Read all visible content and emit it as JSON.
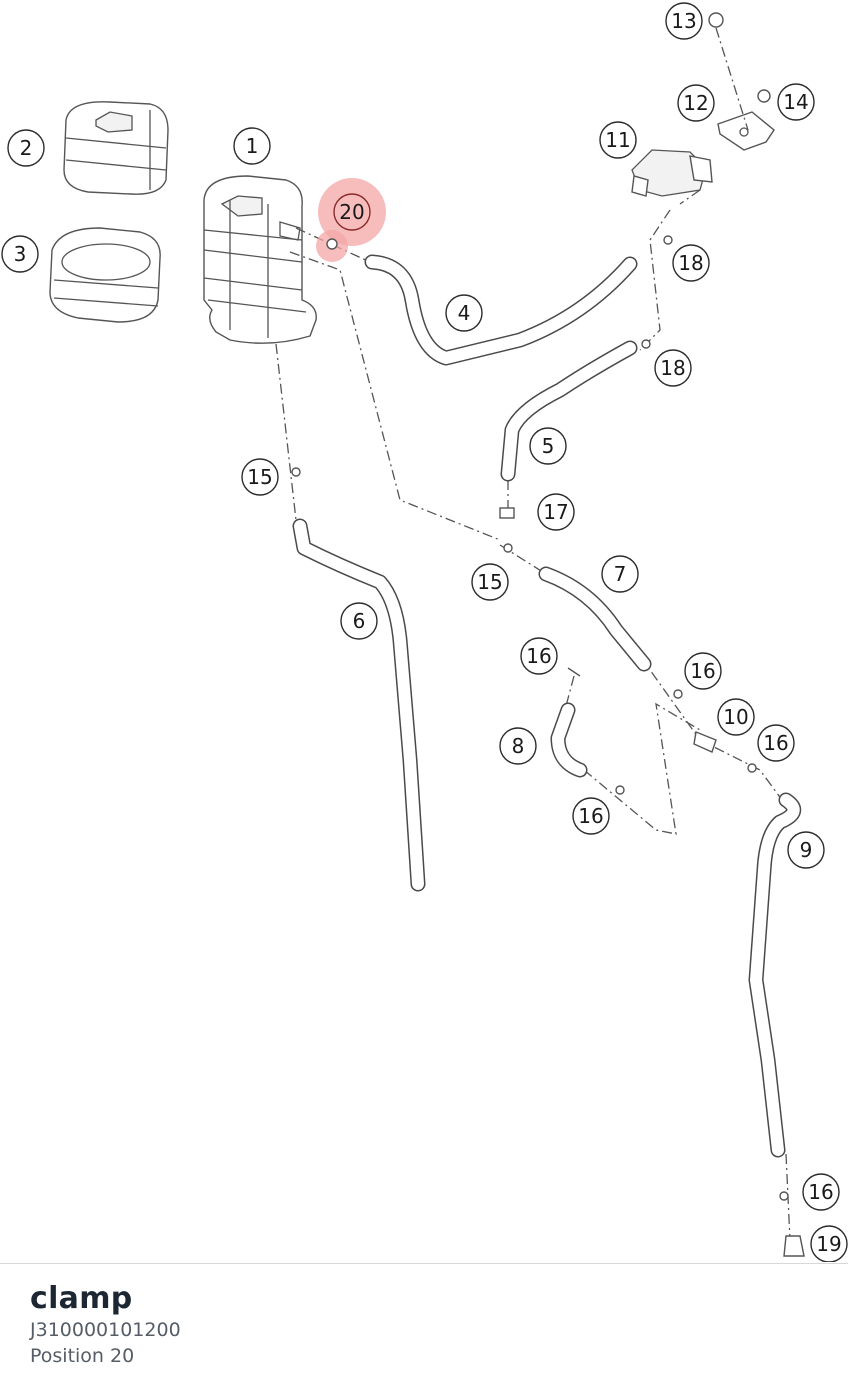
{
  "diagram": {
    "highlight_color": "#f4a7a7",
    "callouts": [
      {
        "id": "1",
        "label": "1"
      },
      {
        "id": "2",
        "label": "2"
      },
      {
        "id": "3",
        "label": "3"
      },
      {
        "id": "4",
        "label": "4"
      },
      {
        "id": "5",
        "label": "5"
      },
      {
        "id": "6",
        "label": "6"
      },
      {
        "id": "7",
        "label": "7"
      },
      {
        "id": "8",
        "label": "8"
      },
      {
        "id": "9",
        "label": "9"
      },
      {
        "id": "10",
        "label": "10"
      },
      {
        "id": "11",
        "label": "11"
      },
      {
        "id": "12",
        "label": "12"
      },
      {
        "id": "13",
        "label": "13"
      },
      {
        "id": "14",
        "label": "14"
      },
      {
        "id": "15a",
        "label": "15"
      },
      {
        "id": "15b",
        "label": "15"
      },
      {
        "id": "16a",
        "label": "16"
      },
      {
        "id": "16b",
        "label": "16"
      },
      {
        "id": "16c",
        "label": "16"
      },
      {
        "id": "16d",
        "label": "16"
      },
      {
        "id": "16e",
        "label": "16"
      },
      {
        "id": "17",
        "label": "17"
      },
      {
        "id": "18a",
        "label": "18"
      },
      {
        "id": "18b",
        "label": "18"
      },
      {
        "id": "19",
        "label": "19"
      },
      {
        "id": "20",
        "label": "20",
        "highlighted": true
      }
    ]
  },
  "part": {
    "name": "clamp",
    "number": "J310000101200",
    "position": "Position 20"
  }
}
